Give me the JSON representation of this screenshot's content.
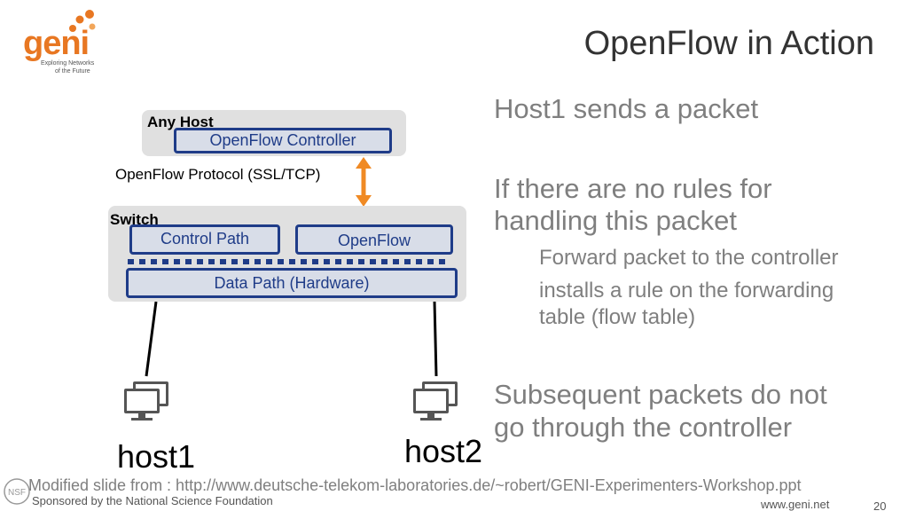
{
  "logo": {
    "word": "geni",
    "tagline_1": "Exploring Networks",
    "tagline_2": "of the Future"
  },
  "title": "OpenFlow in Action",
  "diagram": {
    "anyhost_label": "Any Host",
    "controller_label": "OpenFlow Controller",
    "protocol_label": "OpenFlow Protocol (SSL/TCP)",
    "switch_label": "Switch",
    "control_path_label": "Control Path",
    "openflow_label": "OpenFlow",
    "datapath_label": "Data Path (Hardware)",
    "host1_label": "host1",
    "host2_label": "host2",
    "colors": {
      "box_border": "#1f3c88",
      "arrow": "#f08a24",
      "panel": "#e0e0e0"
    }
  },
  "bullets": {
    "b1": "Host1 sends a packet",
    "b2_line1": "If there are no rules for",
    "b2_line2": "handling this packet",
    "sub1": "Forward packet to the controller",
    "sub2_line1": "installs a rule on the forwarding",
    "sub2_line2": "table (flow table)",
    "b3_line1": "Subsequent packets do not",
    "b3_line2": "go through the controller"
  },
  "footer": {
    "source_note": "Modified slide from : http://www.deutsche-telekom-laboratories.de/~robert/GENI-Experimenters-Workshop.ppt",
    "sponsor": "Sponsored by the National Science Foundation",
    "website": "www.geni.net",
    "page_number": "20"
  }
}
